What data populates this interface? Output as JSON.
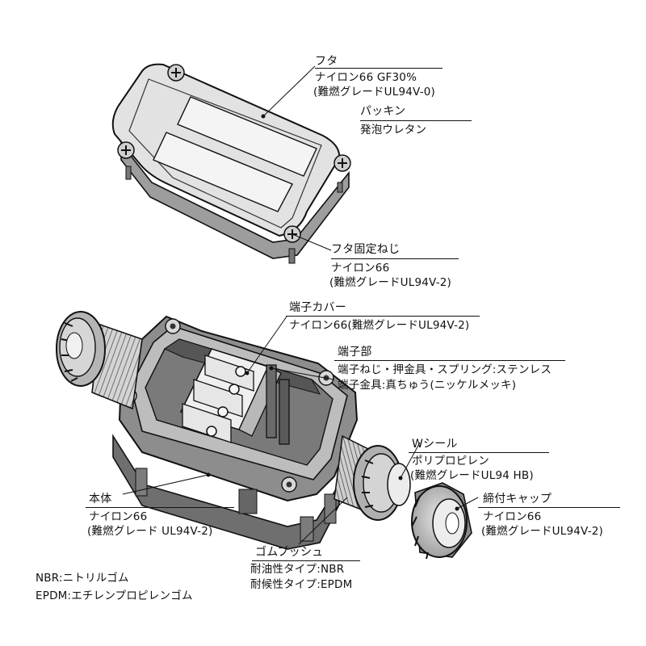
{
  "diagram": {
    "lid": {
      "name": "フタ",
      "material": "ナイロン66 GF30%",
      "grade": "(難燃グレードUL94V-0)"
    },
    "packing": {
      "name": "パッキン",
      "material": "発泡ウレタン"
    },
    "lid_screw": {
      "name": "フタ固定ねじ",
      "material": "ナイロン66",
      "grade": "(難燃グレードUL94V-2)"
    },
    "terminal_cover": {
      "name": "端子カバー",
      "material": "ナイロン66(難燃グレードUL94V-2)"
    },
    "terminal": {
      "name": "端子部",
      "line1": "端子ねじ・押金具・スプリング:ステンレス",
      "line2": "端子金具:真ちゅう(ニッケルメッキ)"
    },
    "w_seal": {
      "name": "Wシール",
      "material": "ポリプロピレン",
      "grade": "(難燃グレードUL94 HB)"
    },
    "cap": {
      "name": "締付キャップ",
      "material": "ナイロン66",
      "grade": "(難燃グレードUL94V-2)"
    },
    "body": {
      "name": "本体",
      "material": "ナイロン66",
      "grade": "(難燃グレード UL94V-2)"
    },
    "bush": {
      "name": "ゴムブッシュ",
      "line1": "耐油性タイプ:NBR",
      "line2": "耐候性タイプ:EPDM"
    },
    "legend": {
      "line1": "NBR:ニトリルゴム",
      "line2": "EPDM:エチレンプロピレンゴム"
    }
  }
}
